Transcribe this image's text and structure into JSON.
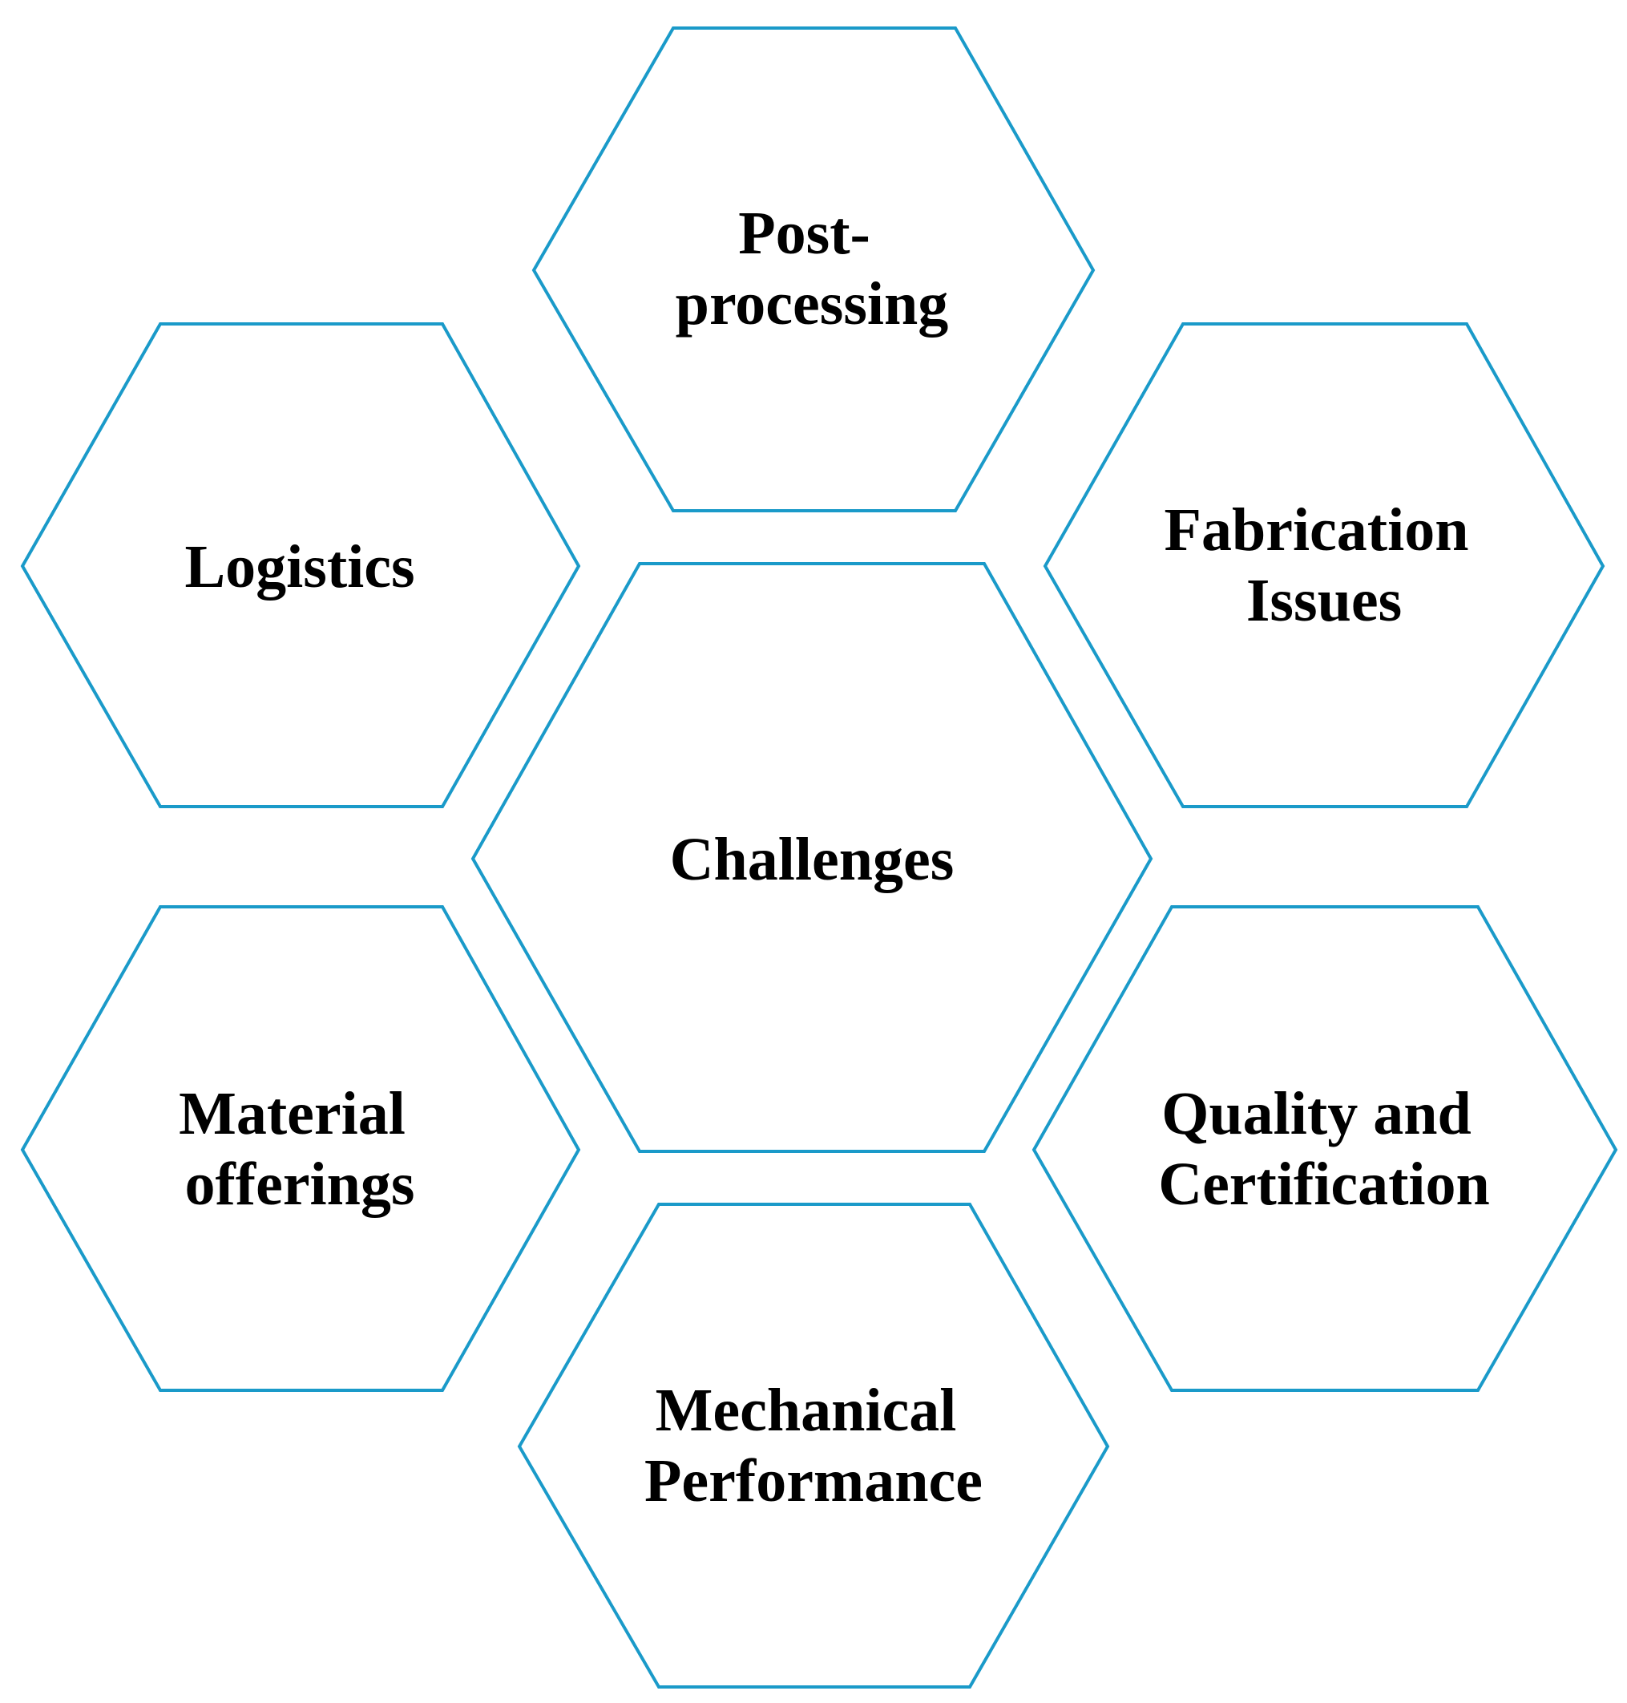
{
  "diagram": {
    "stroke_color": "#1a9ac9",
    "text_color": "#000000",
    "nodes": [
      {
        "id": "challenges",
        "lines": [
          "Challenges"
        ]
      },
      {
        "id": "post-processing",
        "lines": [
          "Post-",
          "processing"
        ]
      },
      {
        "id": "logistics",
        "lines": [
          "Logistics"
        ]
      },
      {
        "id": "fabrication-issues",
        "lines": [
          "Fabrication",
          "Issues"
        ]
      },
      {
        "id": "material-offerings",
        "lines": [
          "Material",
          "offerings"
        ]
      },
      {
        "id": "quality-and-certification",
        "lines": [
          "Quality and",
          "Certification"
        ]
      },
      {
        "id": "mechanical-performance",
        "lines": [
          "Mechanical",
          "Performance"
        ]
      }
    ]
  }
}
